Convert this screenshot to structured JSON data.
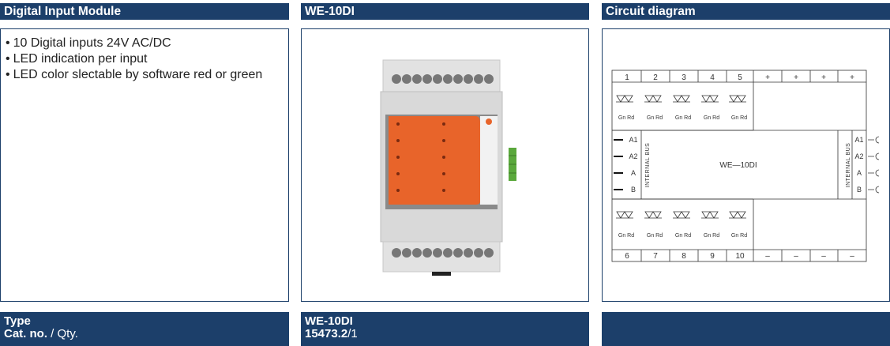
{
  "columns": {
    "left_title": "Digital Input Module",
    "middle_title": "WE-10DI",
    "right_title": "Circuit diagram"
  },
  "features": [
    "10 Digital inputs 24V AC/DC",
    "LED indication per input",
    "LED color slectable by software red or green"
  ],
  "footer": {
    "type_label": "Type",
    "cat_label": "Cat. no.",
    "qty_label": "/ Qty.",
    "type_value": "WE-10DI",
    "cat_value": "15473.2",
    "qty_value": "/1"
  },
  "diagram": {
    "top_terminals": [
      "1",
      "2",
      "3",
      "4",
      "5",
      "+",
      "+",
      "+",
      "+"
    ],
    "bottom_terminals": [
      "6",
      "7",
      "8",
      "9",
      "10",
      "–",
      "–",
      "–",
      "–"
    ],
    "led_label": "Gn Rd",
    "bus_label": "INTERNAL BUS",
    "bus_pins": [
      "A1",
      "A2",
      "A",
      "B"
    ],
    "module_name": "WE—10DI"
  },
  "colors": {
    "header_bg": "#1c3f6a",
    "module_front": "#e8642a",
    "module_body": "#dcdcdc"
  }
}
